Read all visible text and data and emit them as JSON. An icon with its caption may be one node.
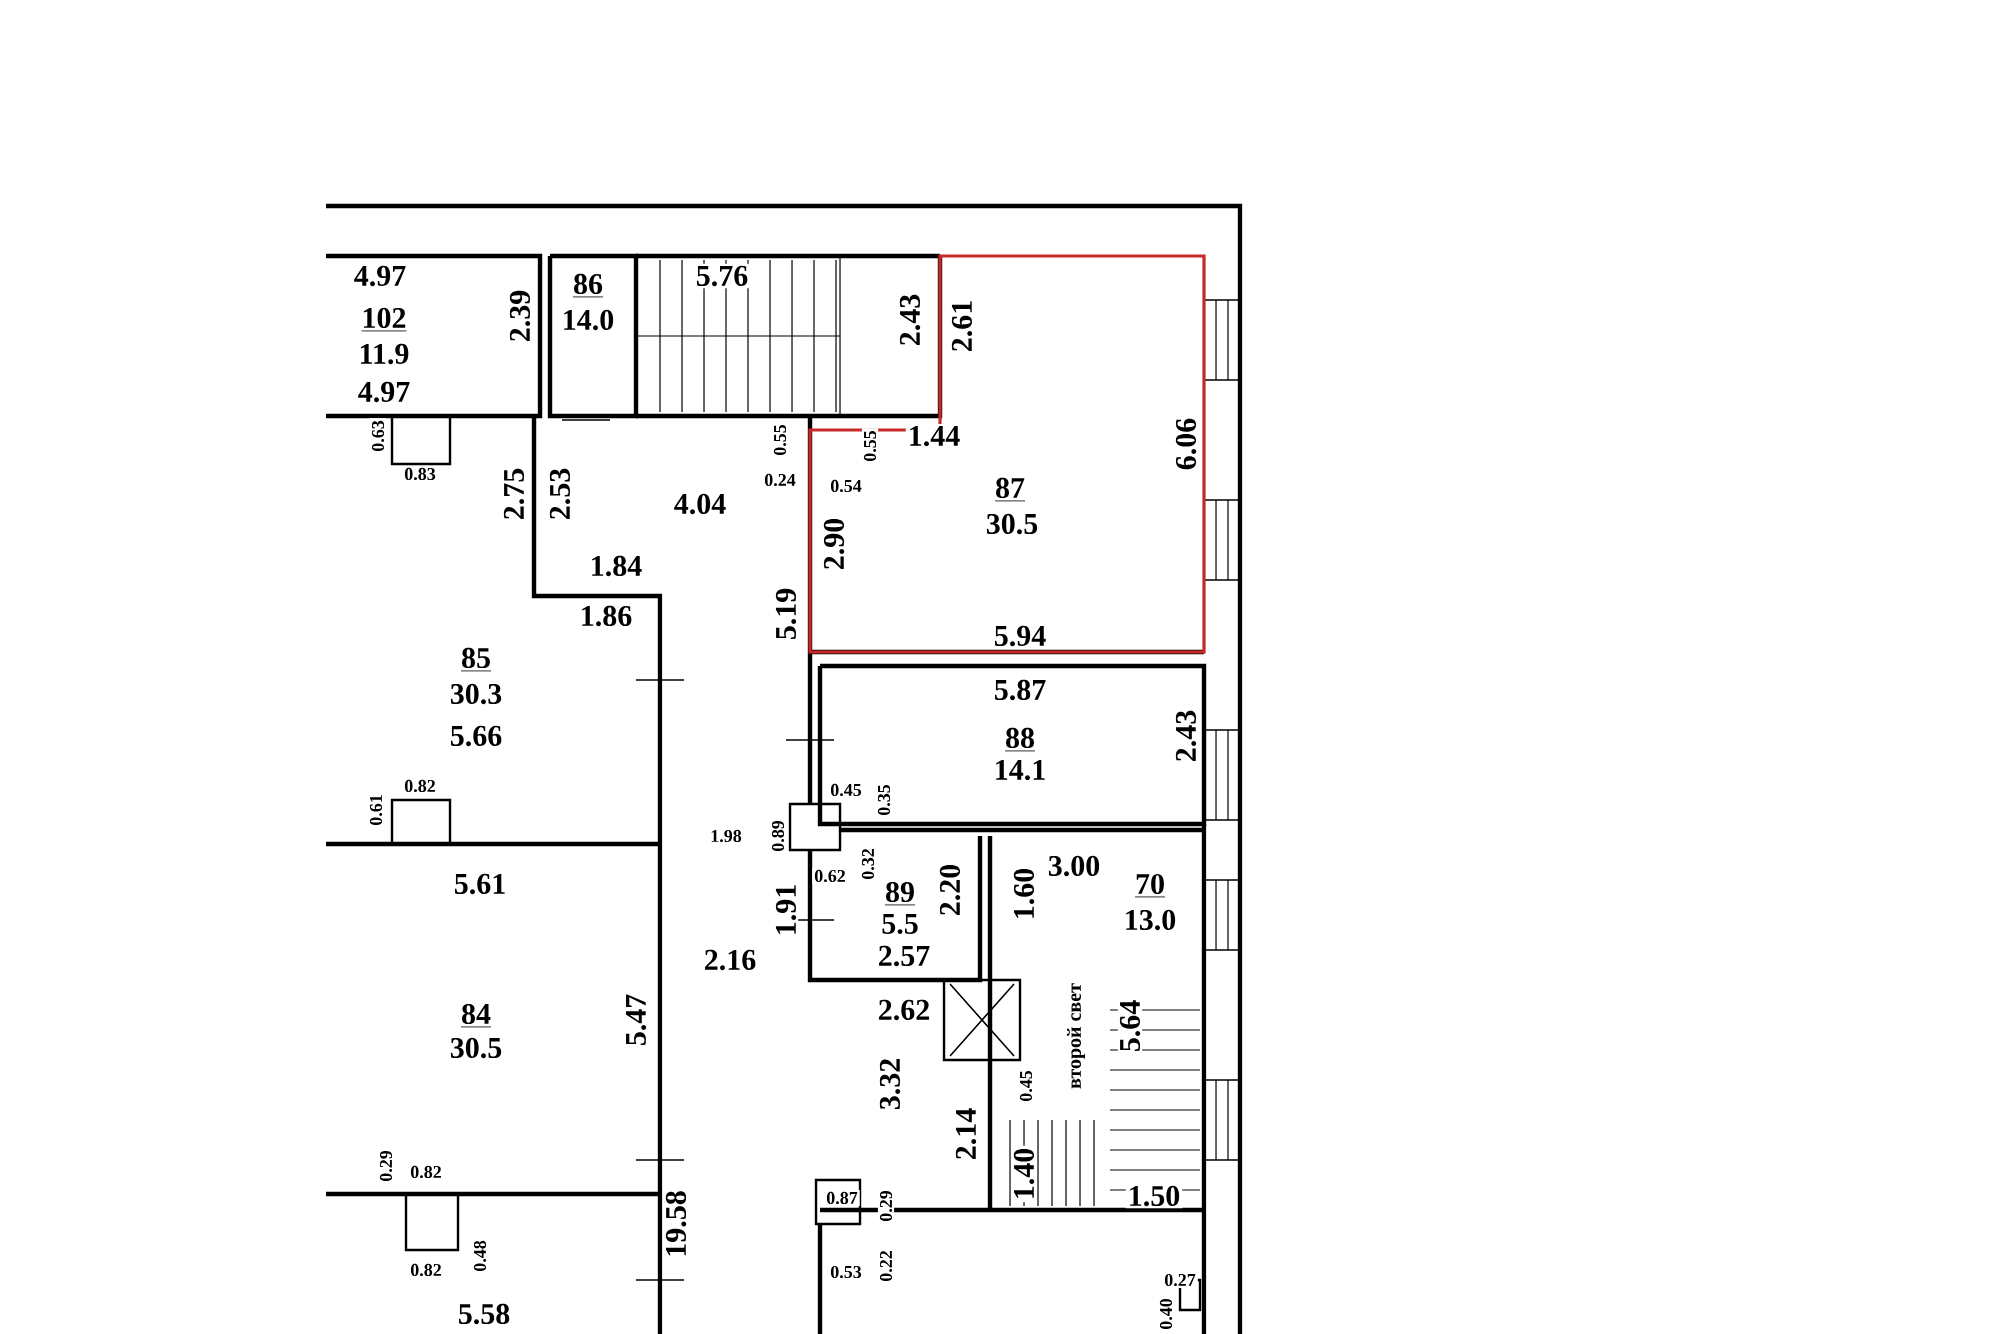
{
  "diagram": {
    "labels": [
      "4.97",
      "5.76",
      "86",
      "2.39",
      "2.43",
      "14.0",
      "2.61",
      "102",
      "11.9",
      "4.97",
      "0.63",
      "1.44",
      "0.55",
      "0.55",
      "6.06",
      "0.83",
      "0.24",
      "0.54",
      "87",
      "2.75",
      "2.53",
      "4.04",
      "30.5",
      "2.90",
      "1.84",
      "1.86",
      "5.19",
      "5.94",
      "85",
      "5.87",
      "30.3",
      "5.66",
      "2.43",
      "88",
      "14.1",
      "0.82",
      "0.45",
      "0.35",
      "0.61",
      "1.98",
      "0.89",
      "0.32",
      "3.00",
      "0.62",
      "5.61",
      "70",
      "2.20",
      "89",
      "1.60",
      "1.91",
      "13.0",
      "5.5",
      "2.57",
      "2.16",
      "2.62",
      "второй свет",
      "84",
      "5.47",
      "5.64",
      "30.5",
      "3.32",
      "0.45",
      "2.14",
      "0.82",
      "1.40",
      "0.29",
      "1.50",
      "0.87",
      "0.29",
      "19.58",
      "0.48",
      "0.22",
      "0.82",
      "0.53",
      "0.27",
      "5.58",
      "0.40"
    ]
  }
}
